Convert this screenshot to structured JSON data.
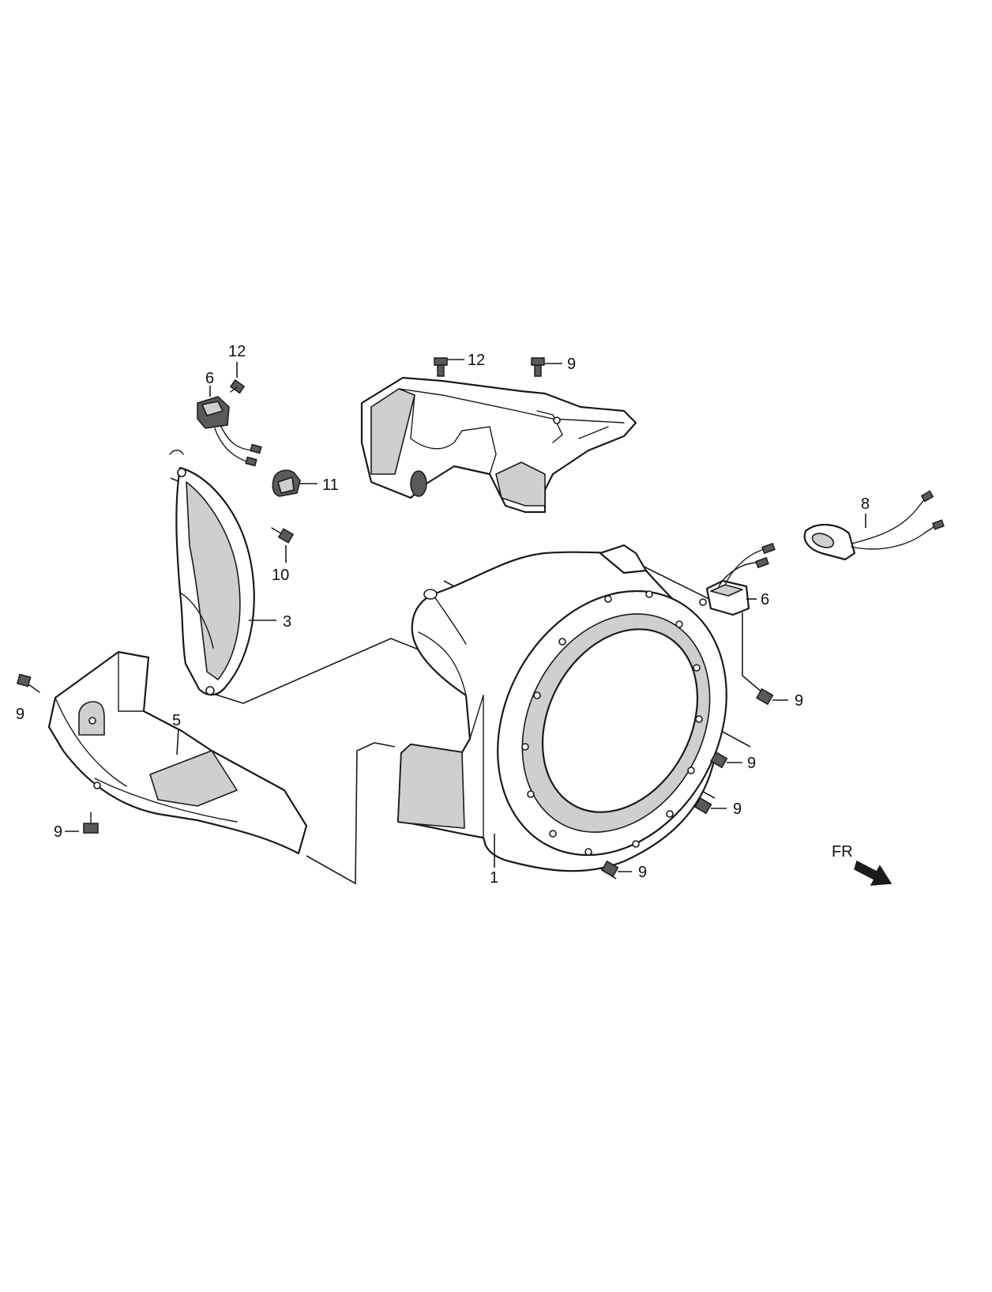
{
  "callouts": {
    "c1": "1",
    "c3": "3",
    "c5": "5",
    "c6a": "6",
    "c6b": "6",
    "c8": "8",
    "c9_top": "9",
    "c9_right1": "9",
    "c9_right2": "9",
    "c9_right3": "9",
    "c9_bottom": "9",
    "c9_left_top": "9",
    "c9_left_bottom": "9",
    "c10": "10",
    "c11": "11",
    "c12a": "12",
    "c12b": "12"
  },
  "direction_label": "FR",
  "icons": {
    "direction": "front-direction-arrow-icon",
    "bolt": "bolt-icon",
    "connector": "wire-connector-icon"
  }
}
